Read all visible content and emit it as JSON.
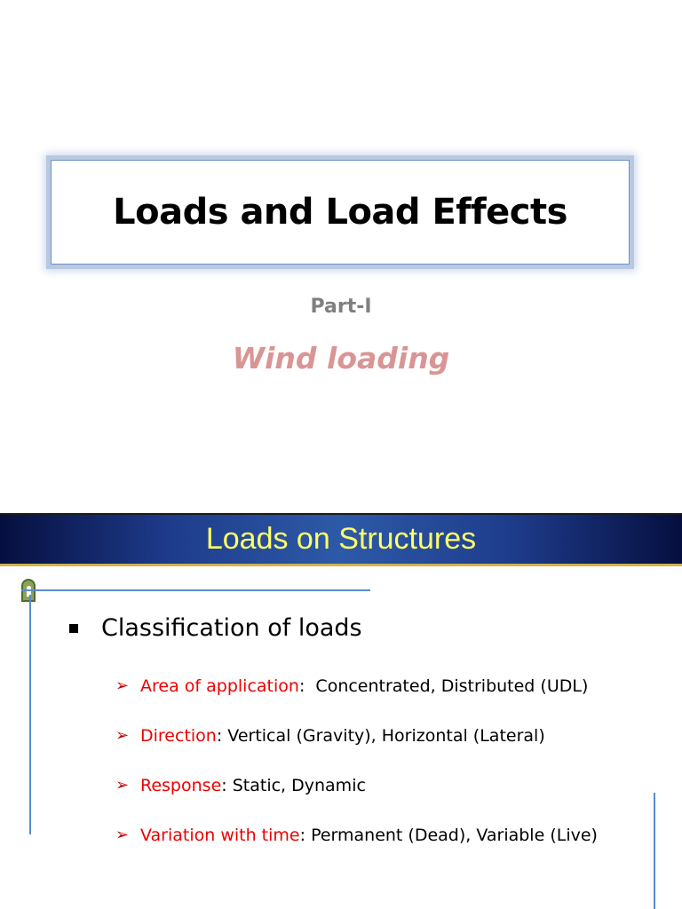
{
  "slide1": {
    "title": "Loads and Load Effects",
    "subtitle": "Part-I",
    "subtitle2": "Wind loading"
  },
  "slide2": {
    "header": "Loads on Structures",
    "main_bullet": "Classification of loads",
    "items": [
      {
        "key": "Area of application",
        "sep": ":  ",
        "value": "Concentrated, Distributed (UDL)"
      },
      {
        "key": "Direction",
        "sep": ": ",
        "value": "Vertical (Gravity), Horizontal (Lateral)"
      },
      {
        "key": "Response",
        "sep": ": ",
        "value": "Static, Dynamic"
      },
      {
        "key": "Variation with time",
        "sep": ": ",
        "value": "Permanent (Dead), Variable (Live)"
      }
    ]
  },
  "colors": {
    "subtitle": "#7f7f7f",
    "subtitle2": "#d99594",
    "header_text": "#ffff66",
    "key_text": "#ee0000"
  }
}
